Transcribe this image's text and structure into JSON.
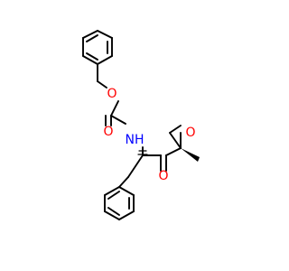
{
  "molecule": {
    "atom_labels": {
      "carbamate_ether_O": "O",
      "carbonyl_O": "O",
      "amide_NH": "NH",
      "ketone_O": "O",
      "epoxide_O": "O"
    }
  },
  "colors": {
    "bond": "#000000",
    "oxygen": "#ff0000",
    "nitrogen": "#0000ff",
    "background": "#ffffff"
  }
}
